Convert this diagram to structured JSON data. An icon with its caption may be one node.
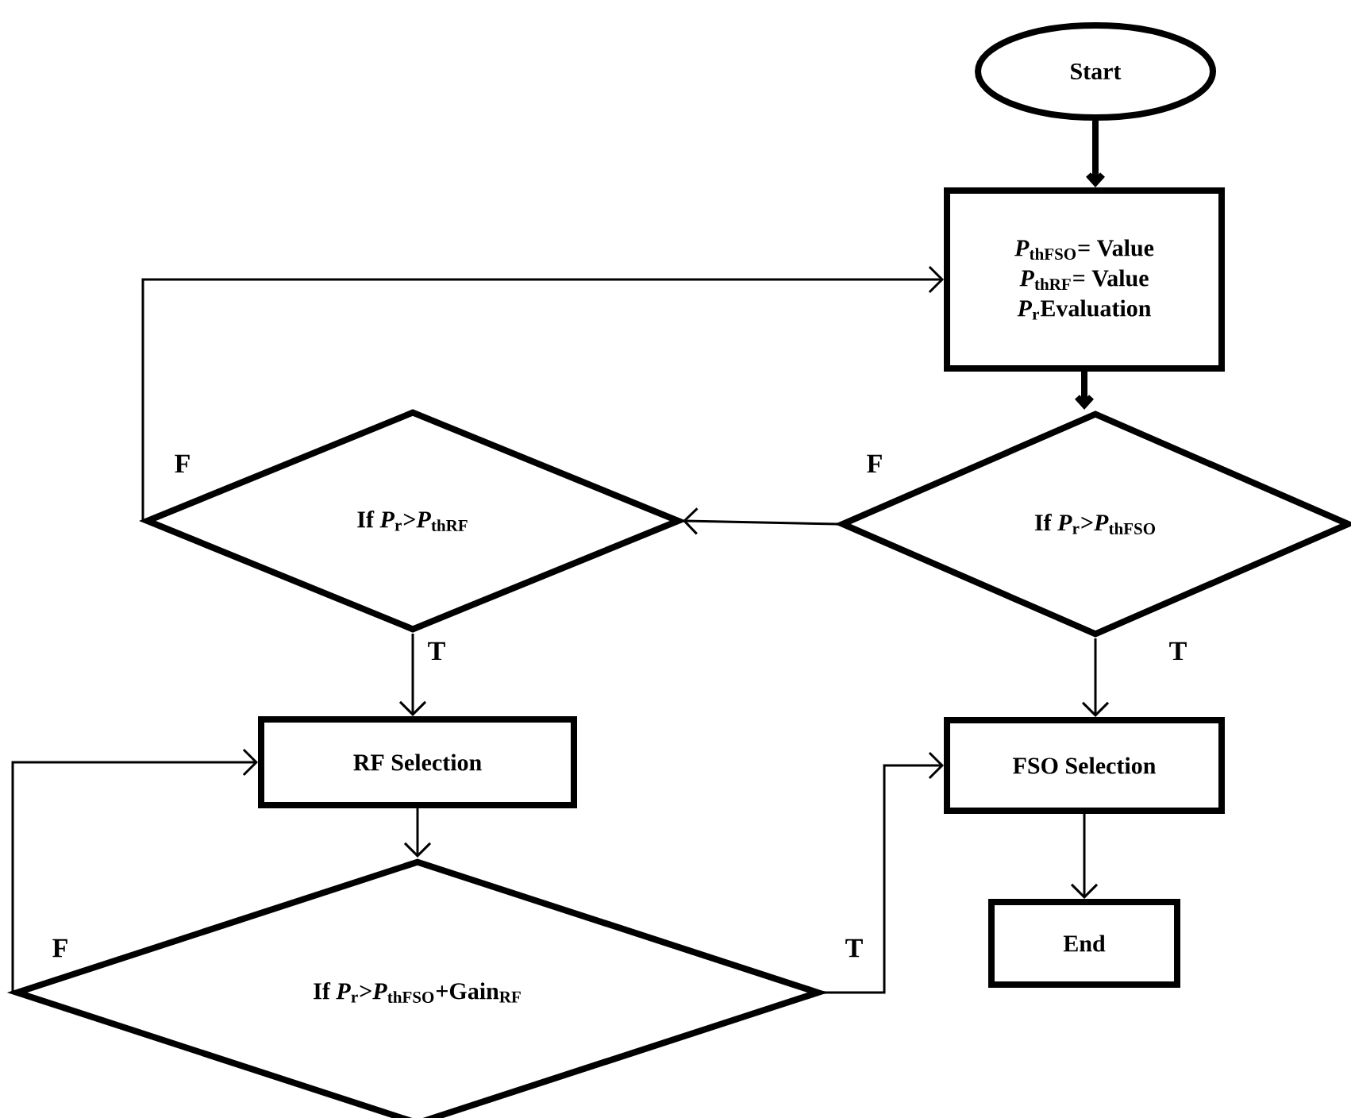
{
  "diagram": {
    "nodes": [
      {
        "text": [
          "Start"
        ]
      },
      {
        "text": [
          "*P*$_{thFSO}$= Value",
          "*P*$_{thRF}$= Value",
          "*P*$_{r}$Evaluation"
        ]
      },
      {
        "text": [
          "If *P*$_{r}$>*P*$_{thFSO}$"
        ]
      },
      {
        "text": [
          "If *P*$_{r}$>*P*$_{thRF}$"
        ]
      },
      {
        "text": [
          "RF Selection"
        ]
      },
      {
        "text": [
          "If *P*$_{r}$>*P*$_{thFSO}$+Gain$_{RF}$"
        ]
      },
      {
        "text": [
          "FSO Selection"
        ]
      },
      {
        "text": [
          "End"
        ]
      }
    ],
    "edges": [
      {
        "from": 0,
        "to": 1,
        "arrow": "to",
        "style": "thick"
      },
      {
        "from": 1,
        "to": 2,
        "arrow": "to",
        "style": "thick"
      },
      {
        "from": 2,
        "to": 3,
        "arrow": "to",
        "label": "F"
      },
      {
        "from": 3,
        "to": 1,
        "arrow": "to",
        "label": "F"
      },
      {
        "from": 3,
        "to": 4,
        "arrow": "to",
        "label": "T"
      },
      {
        "from": 2,
        "to": 6,
        "arrow": "to",
        "label": "T"
      },
      {
        "from": 4,
        "to": 5,
        "arrow": "to"
      },
      {
        "from": 5,
        "to": 4,
        "arrow": "to",
        "label": "F"
      },
      {
        "from": 5,
        "to": 6,
        "arrow": "to",
        "label": "T"
      },
      {
        "from": 6,
        "to": 7,
        "arrow": "to"
      }
    ]
  }
}
